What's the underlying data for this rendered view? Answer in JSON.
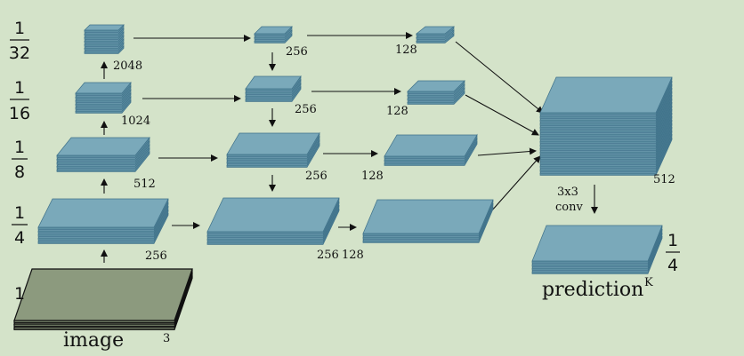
{
  "colors": {
    "background": "#d4e3c9",
    "feature_top": "#7aa9ba",
    "feature_front": "#5d8fa3",
    "feature_edge": "#3f7189",
    "image_top": "#8c9a7e",
    "image_edge": "#111111",
    "arrow": "#111111"
  },
  "scales": [
    {
      "num": "1",
      "den": "32"
    },
    {
      "num": "1",
      "den": "16"
    },
    {
      "num": "1",
      "den": "8"
    },
    {
      "num": "1",
      "den": "4"
    },
    {
      "num": "1",
      "den": ""
    }
  ],
  "labels": {
    "backbone": [
      "2048",
      "1024",
      "512",
      "256"
    ],
    "lateral": [
      "256",
      "256",
      "256",
      "256"
    ],
    "reduced": [
      "128",
      "128",
      "128",
      "128"
    ],
    "concat": "512",
    "conv": "3x3",
    "conv2": "conv",
    "image": "image",
    "image_channels": "3",
    "prediction": "prediction",
    "prediction_channels": "K",
    "prediction_scale": {
      "num": "1",
      "den": "4"
    }
  }
}
